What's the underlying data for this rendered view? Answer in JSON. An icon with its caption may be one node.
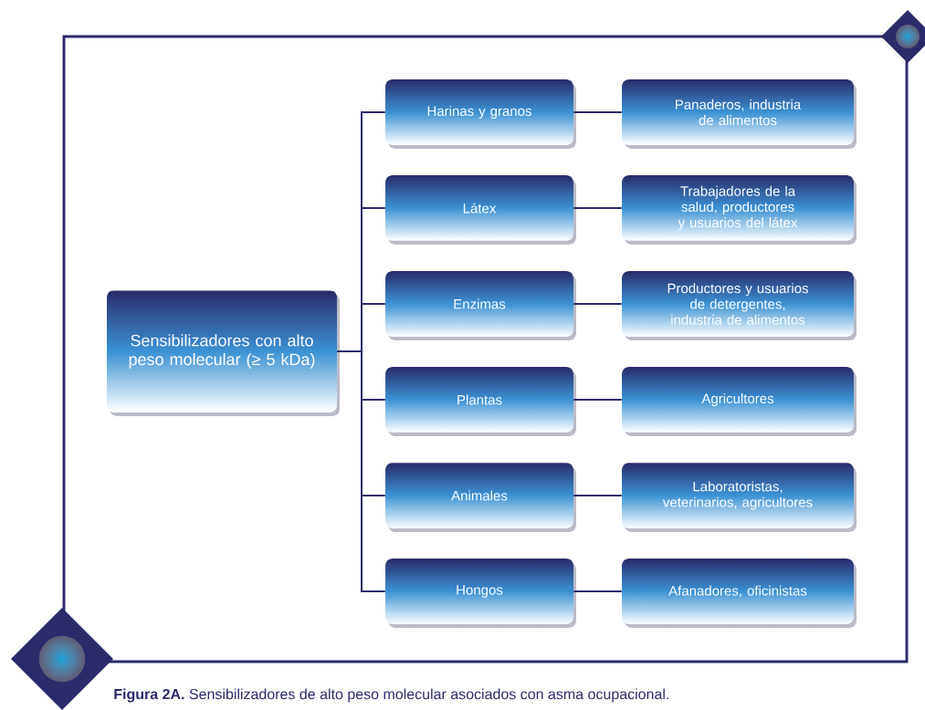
{
  "diagram": {
    "caption": "**Figura 2A.** Sensibilizadores de alto peso molecular asociados con asma ocupacional.",
    "nodes": [
      {
        "text": [
          "Sensibilizadores con alto peso molecular (≥ 5 kDa)"
        ]
      },
      {
        "text": [
          "Harinas y granos"
        ]
      },
      {
        "text": [
          "Látex"
        ]
      },
      {
        "text": [
          "Enzimas"
        ]
      },
      {
        "text": [
          "Plantas"
        ]
      },
      {
        "text": [
          "Animales"
        ]
      },
      {
        "text": [
          "Hongos"
        ]
      },
      {
        "text": [
          "Panaderos, industria de alimentos"
        ]
      },
      {
        "text": [
          "Trabajadores de la salud, productores y usuarios del látex"
        ]
      },
      {
        "text": [
          "Productores y usuarios de detergentes, industria de alimentos"
        ]
      },
      {
        "text": [
          "Agricultores"
        ]
      },
      {
        "text": [
          "Laboratoristas, veterinarios, agricultores"
        ]
      },
      {
        "text": [
          "Afanadores, oficinistas"
        ]
      }
    ],
    "edges": [
      {
        "from": 0,
        "to": 1,
        "arrow": "none"
      },
      {
        "from": 0,
        "to": 2,
        "arrow": "none"
      },
      {
        "from": 0,
        "to": 3,
        "arrow": "none"
      },
      {
        "from": 0,
        "to": 4,
        "arrow": "none"
      },
      {
        "from": 0,
        "to": 5,
        "arrow": "none"
      },
      {
        "from": 0,
        "to": 6,
        "arrow": "none"
      },
      {
        "from": 1,
        "to": 7,
        "arrow": "none"
      },
      {
        "from": 2,
        "to": 8,
        "arrow": "none"
      },
      {
        "from": 3,
        "to": 9,
        "arrow": "none"
      },
      {
        "from": 4,
        "to": 10,
        "arrow": "none"
      },
      {
        "from": 5,
        "to": 11,
        "arrow": "none"
      },
      {
        "from": 6,
        "to": 12,
        "arrow": "none"
      }
    ]
  }
}
